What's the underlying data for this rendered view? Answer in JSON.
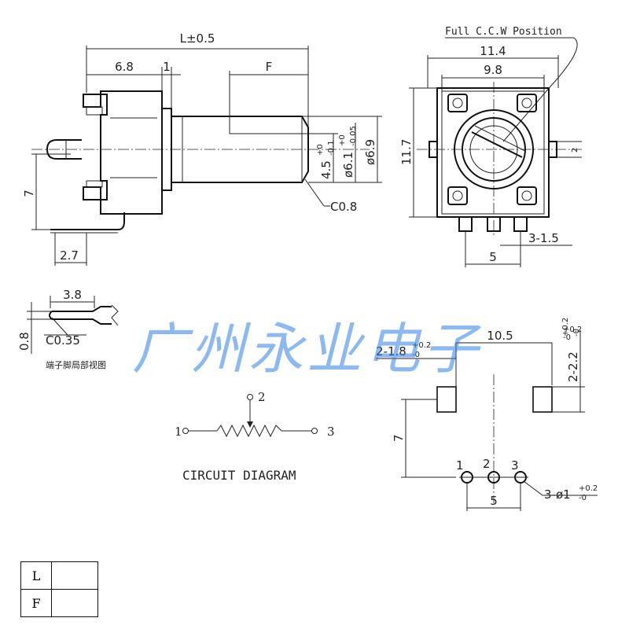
{
  "side_view": {
    "overall_length": "L±0.5",
    "dim_6_8": "6.8",
    "dim_1": "1",
    "dim_f": "F",
    "dim_7": "7",
    "dim_2_7": "2.7",
    "dim_4_5": "4.5",
    "dim_4_5_tol_upper": "+0",
    "dim_4_5_tol_lower": "-0.1",
    "dim_phi6_1": "ø6.1",
    "dim_phi6_1_tol_upper": "+0",
    "dim_phi6_1_tol_lower": "-0.05",
    "dim_phi6_9": "ø6.9",
    "chamfer": "C0.8"
  },
  "front_view": {
    "position_note": "Full C.C.W Position",
    "width_outer": "11.4",
    "width_inner": "9.8",
    "height": "11.7",
    "side_tab": "2",
    "pin_pitch": "5",
    "pin_width": "3-1.5"
  },
  "terminal_detail": {
    "length": "3.8",
    "thickness": "0.8",
    "chamfer": "C0.35",
    "caption": "端子脚局部视图"
  },
  "circuit": {
    "pin1": "1",
    "pin2": "2",
    "pin3": "3",
    "caption": "CIRCUIT DIAGRAM"
  },
  "pcb_layout": {
    "span": "10.5",
    "span_tol_upper": "+0.2",
    "span_tol_lower": "-0",
    "slot_left": "2-1.8",
    "slot_left_tol_upper": "+0.2",
    "slot_left_tol_lower": "-0",
    "slot_right": "2-2.2",
    "slot_right_tol_upper": "+0.2",
    "slot_right_tol_lower": "-0",
    "offset": "7",
    "pitch": "5",
    "pin1": "1",
    "pin2": "2",
    "pin3": "3",
    "holes": "3-ø1",
    "holes_tol_upper": "+0.2",
    "holes_tol_lower": "-0"
  },
  "table": {
    "rows": [
      {
        "key": "L",
        "value": ""
      },
      {
        "key": "F",
        "value": ""
      }
    ]
  },
  "watermark": "广州永业电子",
  "colors": {
    "line": "#222222",
    "watermark": "#2f7fe6",
    "background": "#ffffff"
  }
}
